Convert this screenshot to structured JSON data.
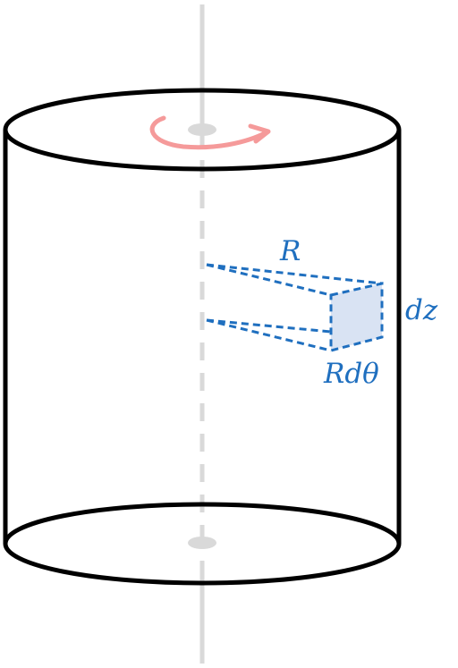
{
  "colors": {
    "outline": "#000000",
    "axis": "#d9d9d9",
    "rotation_arrow": "#f59a9a",
    "element_lines": "#1f6fbf",
    "element_fill": "#d9e3f3",
    "label_text": "#1f6fbf"
  },
  "labels": {
    "radius": "R",
    "height_element": "dz",
    "arc_element": "Rdθ"
  },
  "icons": {
    "rotation": "rotation-arrow-icon"
  }
}
